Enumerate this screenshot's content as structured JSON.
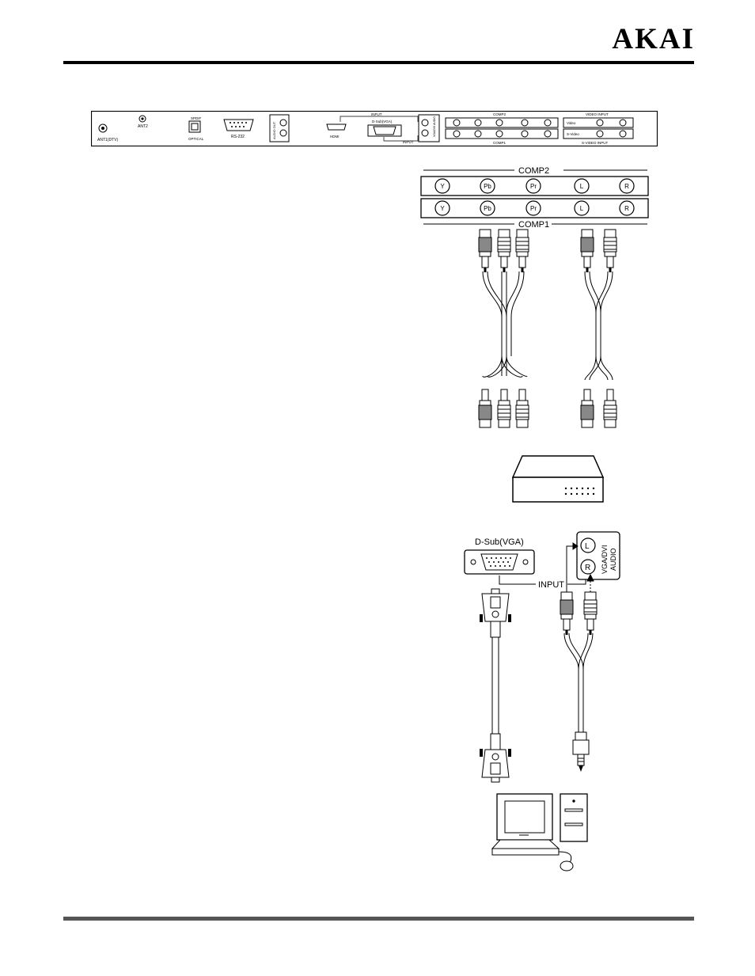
{
  "header": {
    "brand": "AKAI"
  },
  "rear_panel": {
    "ant1": "ANT1(DTV)",
    "ant2": "ANT2",
    "spdif": "SPDIF",
    "optical": "OPTICAL",
    "rs232": "RS-232",
    "audio_out": "AUDIO OUT",
    "input_top": "INPUT",
    "dsub": "D-Sub(VGA)",
    "hdmi": "HDMI",
    "input_bottom": "INPUT",
    "vga_audio": "VGA/DVI AUDIO",
    "comp2": "COMP2",
    "comp1": "COMP1",
    "video_input": "VIDEO INPUT",
    "video": "Video",
    "svideo": "S-Video",
    "svideo_input": "S-VIDEO INPUT"
  },
  "component_diagram": {
    "comp2_label": "COMP2",
    "comp1_label": "COMP1",
    "jacks": [
      "Y",
      "Pb",
      "Pr",
      "L",
      "R"
    ]
  },
  "vga_diagram": {
    "dsub_label": "D-Sub(VGA)",
    "input_label": "INPUT",
    "audio_label_line1": "VGA/DVI",
    "audio_label_line2": "AUDIO",
    "jack_l": "L",
    "jack_r": "R"
  }
}
